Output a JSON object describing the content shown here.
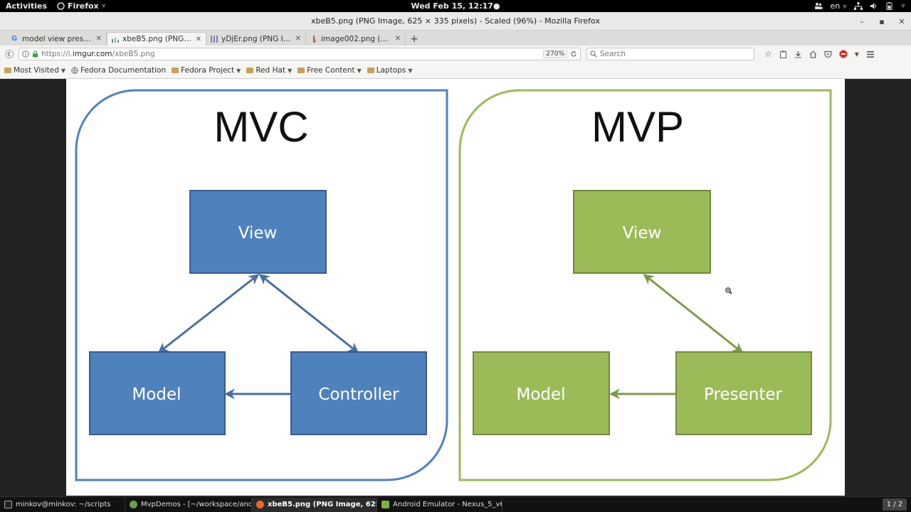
{
  "topbar": {
    "activities": "Activities",
    "app_name": "Firefox",
    "clock": "Wed Feb 15, 12:17●",
    "language": "en"
  },
  "window": {
    "title": "xbeB5.png (PNG Image, 625 × 335 pixels) - Scaled (96%) - Mozilla Firefox"
  },
  "tabs": [
    {
      "title": "model view presenter...",
      "active": false
    },
    {
      "title": "xbeB5.png (PNG Ima...",
      "active": true
    },
    {
      "title": "yDjEr.png (PNG Imag...",
      "active": false
    },
    {
      "title": "image002.png (PNG I...",
      "active": false
    }
  ],
  "navbar": {
    "url_prefix": "https://i.",
    "url_domain": "imgur.com",
    "url_path": "/xbeB5.png",
    "zoom": "270%",
    "search_placeholder": "Search"
  },
  "bookmarks": [
    {
      "label": "Most Visited",
      "kind": "folder-menu"
    },
    {
      "label": "Fedora Documentation",
      "kind": "link"
    },
    {
      "label": "Fedora Project",
      "kind": "folder-menu"
    },
    {
      "label": "Red Hat",
      "kind": "folder-menu"
    },
    {
      "label": "Free Content",
      "kind": "folder-menu"
    },
    {
      "label": "Laptops",
      "kind": "folder-menu"
    }
  ],
  "diagram": {
    "mvc": {
      "title": "MVC",
      "view": "View",
      "model": "Model",
      "controller": "Controller",
      "color": "#4f81bd",
      "border_color": "#385d8a",
      "frame_color": "#4f81bd"
    },
    "mvp": {
      "title": "MVP",
      "view": "View",
      "model": "Model",
      "presenter": "Presenter",
      "color": "#9bbb59",
      "border_color": "#71893f",
      "frame_color": "#9bbb59"
    }
  },
  "taskbar": {
    "tasks": [
      {
        "title": "minkov@minkov: ~/scripts",
        "active": false
      },
      {
        "title": "MvpDemos - [~/workspace/androi...",
        "active": false
      },
      {
        "title": "xbeB5.png (PNG Image, 625 × 33...",
        "active": true
      },
      {
        "title": "Android Emulator - Nexus_5_v6.0:...",
        "active": false
      }
    ],
    "pager": "1 / 2"
  }
}
